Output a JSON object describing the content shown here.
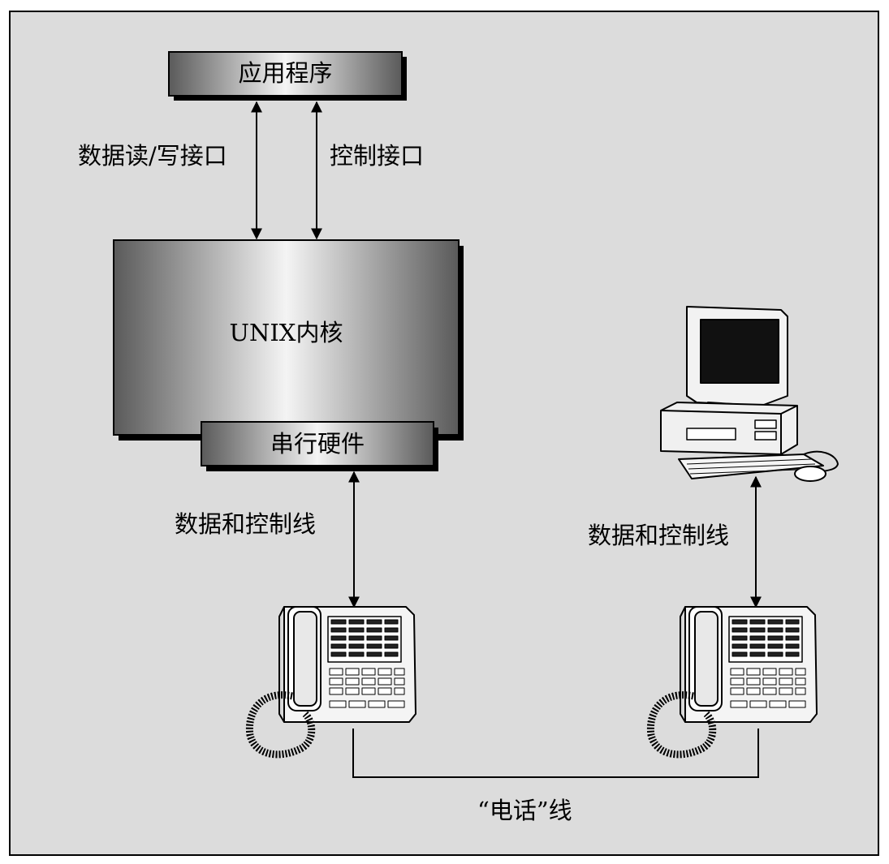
{
  "diagram": {
    "app_box": "应用程序",
    "kernel_box": "UNIX内核",
    "serial_box": "串行硬件",
    "data_rw_interface": "数据读/写接口",
    "control_interface": "控制接口",
    "left_line_label": "数据和控制线",
    "right_line_label": "数据和控制线",
    "phone_line_label": "“电话”线",
    "icons": [
      "computer-terminal-icon",
      "telephone-icon"
    ]
  }
}
